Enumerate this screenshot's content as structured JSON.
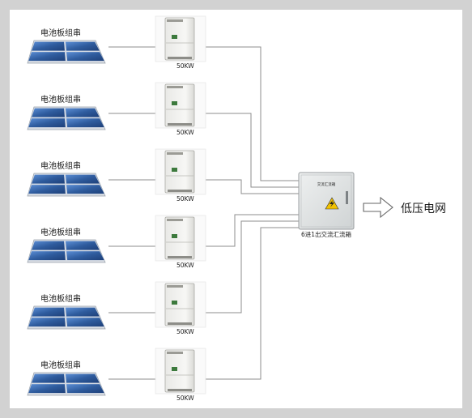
{
  "strings": [
    {
      "panel_label": "电池板组串",
      "inverter_label": "50KW"
    },
    {
      "panel_label": "电池板组串",
      "inverter_label": "50KW"
    },
    {
      "panel_label": "电池板组串",
      "inverter_label": "50KW"
    },
    {
      "panel_label": "电池板组串",
      "inverter_label": "50KW"
    },
    {
      "panel_label": "电池板组串",
      "inverter_label": "50KW"
    },
    {
      "panel_label": "电池板组串",
      "inverter_label": "50KW"
    }
  ],
  "combiner": {
    "label": "6进1出交流汇流箱",
    "plate_text": "交流汇流箱"
  },
  "output": {
    "label": "低压电网"
  },
  "colors": {
    "frame": "#d2d2d2",
    "wire": "#8c8c8c",
    "panel_cell": "#2f5c9e",
    "warning": "#f2c200"
  }
}
